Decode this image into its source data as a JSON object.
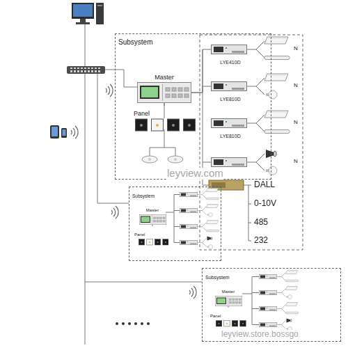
{
  "diagram": {
    "nodes": [
      {
        "text": [
          "Subsystem"
        ]
      },
      {
        "text": [
          "Master"
        ],
        "in": 0
      },
      {
        "text": [
          "Panel"
        ],
        "in": 0
      },
      {
        "text": [
          "LYE410D"
        ],
        "in": 0
      },
      {
        "text": [
          "LYE810D"
        ],
        "in": 0
      },
      {
        "text": [
          "LYE810D"
        ],
        "in": 0
      },
      {
        "text": [
          "Subsystem"
        ]
      },
      {
        "text": [
          "Master"
        ],
        "in": 6
      },
      {
        "text": [
          "Panel"
        ],
        "in": 6
      },
      {
        "text": [
          "Subsystem"
        ]
      },
      {
        "text": [
          "Master"
        ],
        "in": 9
      },
      {
        "text": [
          "Panel"
        ],
        "in": 9
      }
    ],
    "edges": [
      {
        "from": 1,
        "to": 2,
        "arrow": "none"
      },
      {
        "from": 1,
        "to": 3,
        "arrow": "none"
      },
      {
        "from": 1,
        "to": 4,
        "arrow": "none"
      },
      {
        "from": 1,
        "to": 5,
        "arrow": "none"
      },
      {
        "from": 7,
        "to": 8,
        "arrow": "none"
      },
      {
        "from": 10,
        "to": 11,
        "arrow": "none"
      }
    ],
    "labels": [
      "N",
      "N",
      "N",
      "N",
      "DALL",
      "0-10V",
      "485",
      "232",
      "leyview.com",
      "leyview.store.bossgo"
    ]
  }
}
